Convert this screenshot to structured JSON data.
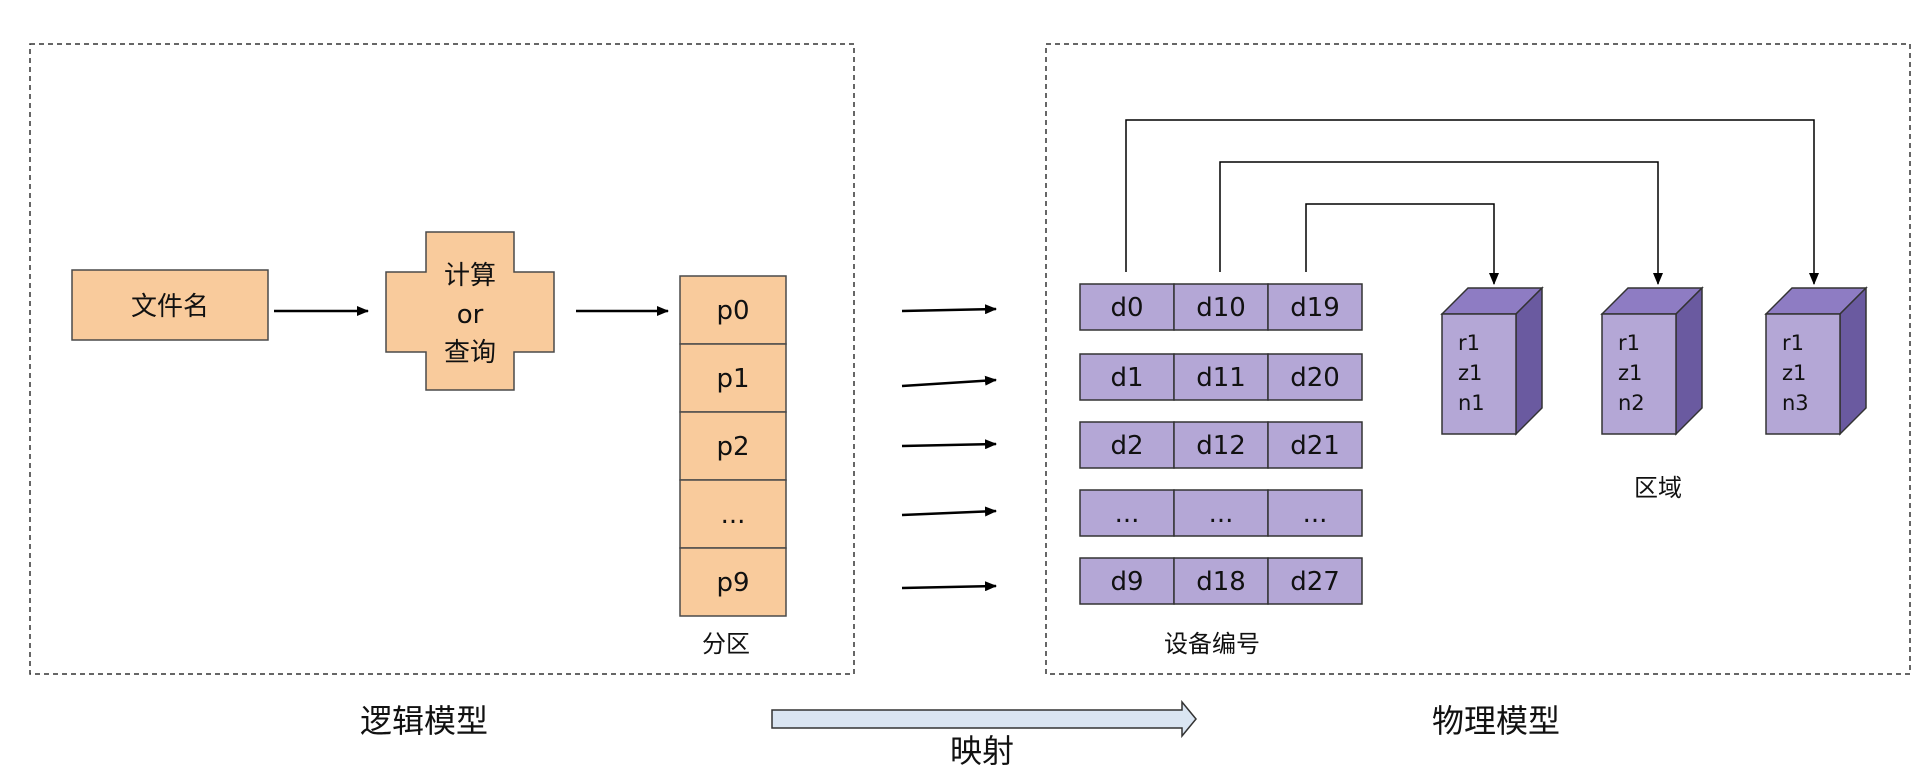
{
  "logical_model": {
    "title": "逻辑模型",
    "filename_box": "文件名",
    "compute_box": {
      "line1": "计算",
      "line2": "or",
      "line3": "查询"
    },
    "partitions": [
      "p0",
      "p1",
      "p2",
      "...",
      "p9"
    ],
    "partitions_label": "分区"
  },
  "mapping_label": "映射",
  "physical_model": {
    "title": "物理模型",
    "devices": [
      [
        "d0",
        "d10",
        "d19"
      ],
      [
        "d1",
        "d11",
        "d20"
      ],
      [
        "d2",
        "d12",
        "d21"
      ],
      [
        "...",
        "...",
        "..."
      ],
      [
        "d9",
        "d18",
        "d27"
      ]
    ],
    "devices_label": "设备编号",
    "zones": [
      {
        "r": "r1",
        "z": "z1",
        "n": "n1"
      },
      {
        "r": "r1",
        "z": "z1",
        "n": "n2"
      },
      {
        "r": "r1",
        "z": "z1",
        "n": "n3"
      }
    ],
    "zones_label": "区域"
  },
  "colors": {
    "orange_fill": "#f9cb9c",
    "orange_stroke": "#4a4a4a",
    "purple_front": "#b4a7d6",
    "purple_top": "#8e7cc3",
    "purple_side": "#6a5aa0",
    "map_arrow_fill": "#dae5f2"
  }
}
